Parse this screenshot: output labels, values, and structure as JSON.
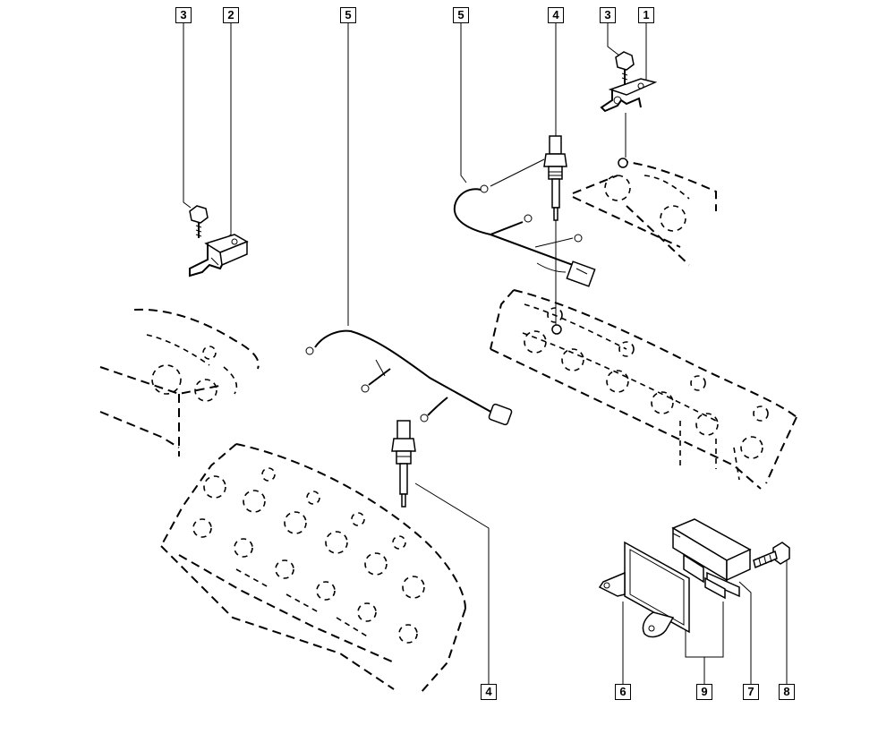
{
  "callouts": {
    "c3_left": "3",
    "c2": "2",
    "c5_left": "5",
    "c5_right": "5",
    "c4_top": "4",
    "c3_right": "3",
    "c1": "1",
    "c4_bottom": "4",
    "c6": "6",
    "c9": "9",
    "c7": "7",
    "c8": "8"
  }
}
